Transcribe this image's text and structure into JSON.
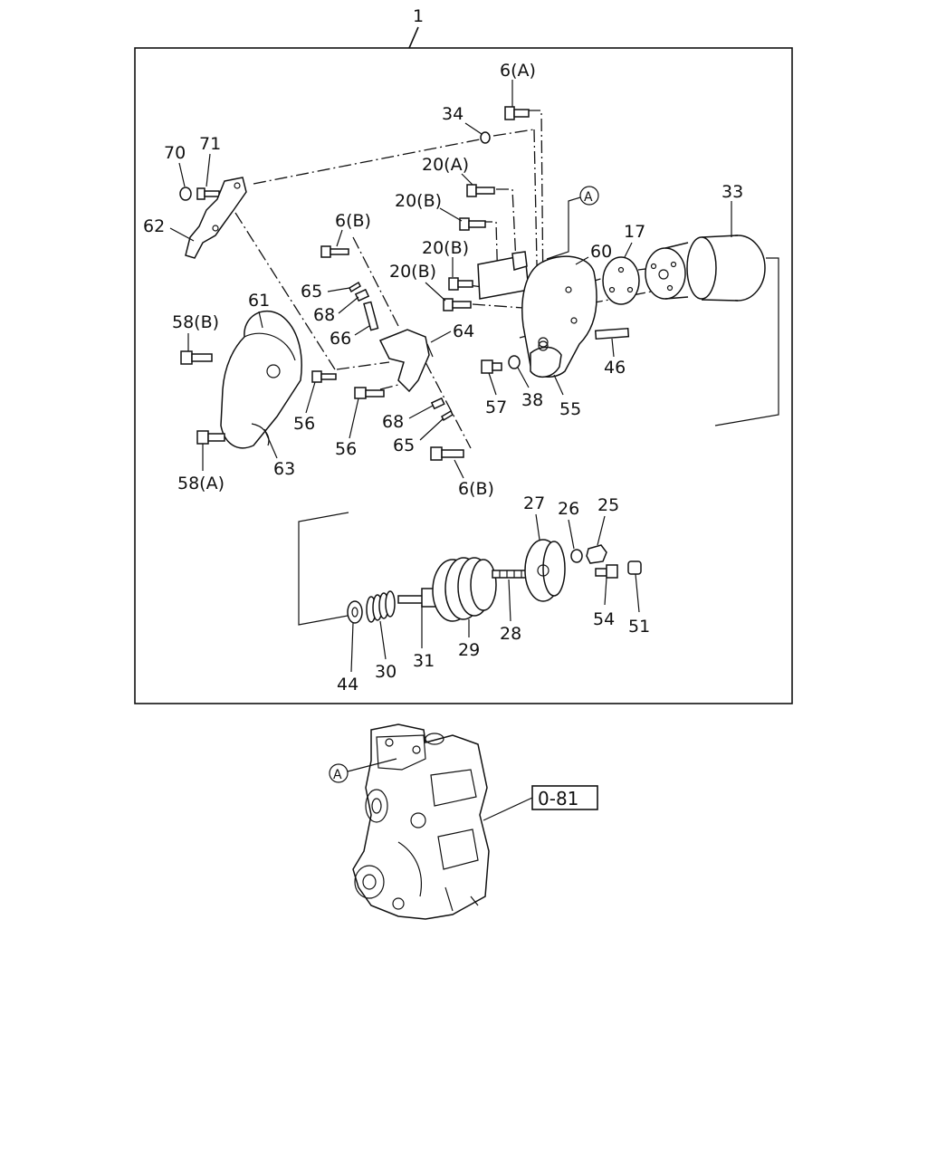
{
  "assembly_number": "1",
  "ref_marker": "A",
  "ref_page": "0-81",
  "callouts": {
    "c_6A": "6(A)",
    "c_34": "34",
    "c_70": "70",
    "c_71": "71",
    "c_20A": "20(A)",
    "c_20B1": "20(B)",
    "c_20B2": "20(B)",
    "c_20B3": "20(B)",
    "c_33": "33",
    "c_17": "17",
    "c_60": "60",
    "c_62": "62",
    "c_6B1": "6(B)",
    "c_65a": "65",
    "c_68a": "68",
    "c_66": "66",
    "c_61": "61",
    "c_58B": "58(B)",
    "c_64": "64",
    "c_46": "46",
    "c_56a": "56",
    "c_56b": "56",
    "c_57": "57",
    "c_38": "38",
    "c_55": "55",
    "c_68b": "68",
    "c_65b": "65",
    "c_63": "63",
    "c_58A": "58(A)",
    "c_6B2": "6(B)",
    "c_27": "27",
    "c_26": "26",
    "c_25": "25",
    "c_54": "54",
    "c_51": "51",
    "c_28": "28",
    "c_29": "29",
    "c_31": "31",
    "c_30": "30",
    "c_44": "44"
  }
}
